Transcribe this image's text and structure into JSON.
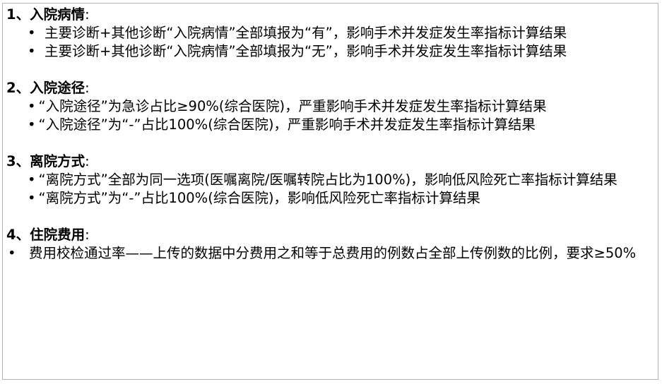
{
  "sections": [
    {
      "number": "1、",
      "title": "入院病情",
      "colon": ":",
      "items": [
        "主要诊断+其他诊断“入院病情”全部填报为“有”，影响手术并发症发生率指标计算结果",
        "主要诊断+其他诊断“入院病情”全部填报为“无”，影响手术并发症发生率指标计算结果"
      ]
    },
    {
      "number": "2、",
      "title": "入院途径",
      "colon": ":",
      "items": [
        "“入院途径”为急诊占比≥90%(综合医院)，严重影响手术并发症发生率指标计算结果",
        "“入院途径”为“-”占比100%(综合医院)，严重影响手术并发症发生率指标计算结果"
      ]
    },
    {
      "number": "3、",
      "title": "离院方式",
      "colon": ":",
      "items": [
        "“离院方式”全部为同一选项(医嘱离院/医嘱转院占比为100%)，影响低风险死亡率指标计算结果",
        "“离院方式”为“-”占比100%(综合医院)，影响低风险死亡率指标计算结果"
      ]
    },
    {
      "number": "4、",
      "title": "住院费用",
      "colon": ":",
      "items": [
        "费用校检通过率——上传的数据中分费用之和等于总费用的例数占全部上传例数的比例，要求≥50%"
      ]
    }
  ],
  "bullet": "•"
}
